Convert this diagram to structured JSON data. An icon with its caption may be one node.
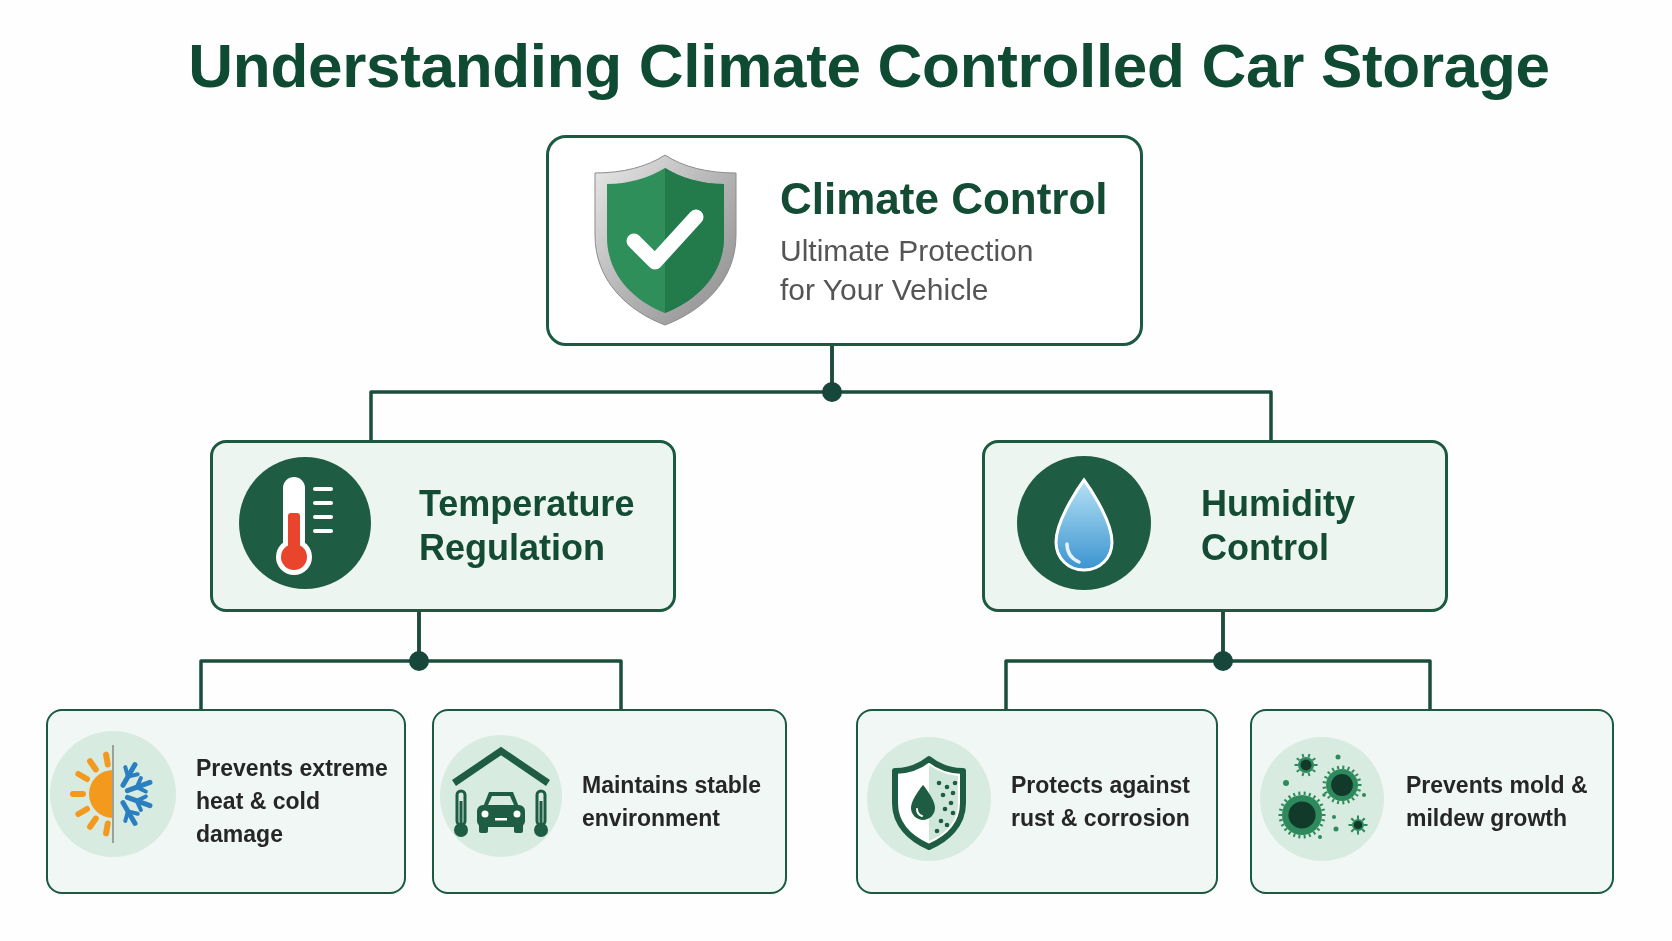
{
  "diagram": {
    "title": "Understanding Climate Controlled Car Storage",
    "nodes": [
      {
        "text": [
          "Climate Control",
          "Ultimate Protection for Your Vehicle"
        ]
      },
      {
        "text": [
          "Temperature Regulation"
        ]
      },
      {
        "text": [
          "Humidity Control"
        ]
      },
      {
        "text": [
          "Prevents extreme heat & cold damage"
        ]
      },
      {
        "text": [
          "Maintains stable environment"
        ]
      },
      {
        "text": [
          "Protects against rust & corrosion"
        ]
      },
      {
        "text": [
          "Prevents mold & mildew growth"
        ]
      }
    ],
    "edges": [
      {
        "from": 0,
        "to": 1,
        "arrow": "none"
      },
      {
        "from": 0,
        "to": 2,
        "arrow": "none"
      },
      {
        "from": 1,
        "to": 3,
        "arrow": "none"
      },
      {
        "from": 1,
        "to": 4,
        "arrow": "none"
      },
      {
        "from": 2,
        "to": 5,
        "arrow": "none"
      },
      {
        "from": 2,
        "to": 6,
        "arrow": "none"
      }
    ]
  }
}
